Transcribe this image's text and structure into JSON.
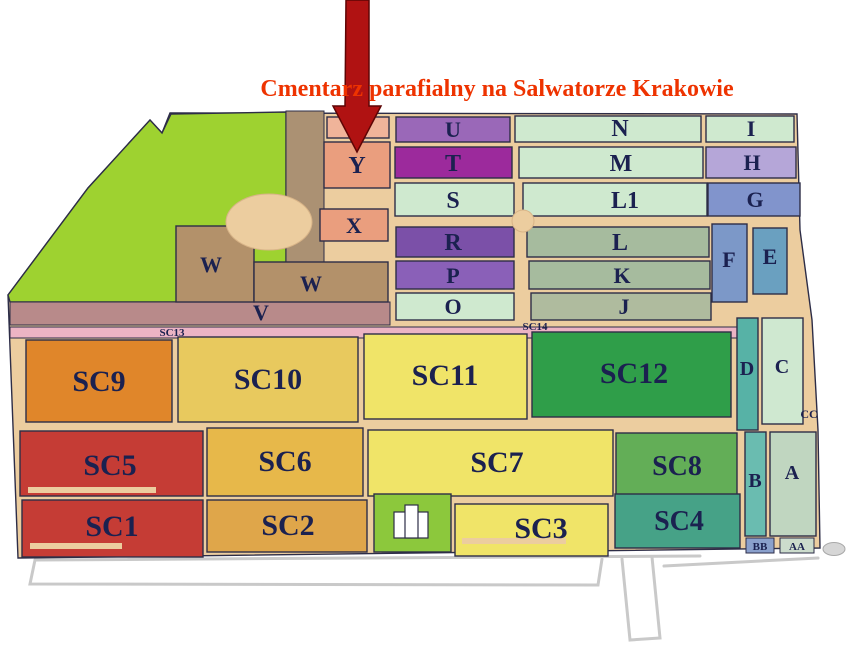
{
  "title": {
    "text": "Cmentarz parafialny na Salwatorze Krakowie",
    "color": "#ee3300"
  },
  "arrow": {
    "color": "#b01212"
  },
  "map": {
    "path_color": "#eccd9f",
    "outline_color": "#2d2d47",
    "label_color": "#1b2150",
    "sections": {
      "u": {
        "label": "U",
        "color": "#9a68b8"
      },
      "t": {
        "label": "T",
        "color": "#9c2a9c"
      },
      "s": {
        "label": "S",
        "color": "#cfe9cf"
      },
      "r": {
        "label": "R",
        "color": "#7b50a8"
      },
      "p": {
        "label": "P",
        "color": "#8a60b8"
      },
      "o": {
        "label": "O",
        "color": "#cfe9cf"
      },
      "y": {
        "label": "Y",
        "color": "#ea9e7e"
      },
      "x": {
        "label": "X",
        "color": "#ea9e7e"
      },
      "w_left": {
        "label": "W",
        "color": "#b3916a"
      },
      "w_right": {
        "label": "W",
        "color": "#b3916a"
      },
      "v": {
        "label": "V",
        "color": "#b88a8a"
      },
      "n": {
        "label": "N",
        "color": "#cfe9cf"
      },
      "m": {
        "label": "M",
        "color": "#cfe9cf"
      },
      "l1": {
        "label": "L1",
        "color": "#cfe9cf"
      },
      "l": {
        "label": "L",
        "color": "#a6bb9e"
      },
      "k": {
        "label": "K",
        "color": "#a6bb9e"
      },
      "j": {
        "label": "J",
        "color": "#afbb9e"
      },
      "i": {
        "label": "I",
        "color": "#cfe9cf"
      },
      "h": {
        "label": "H",
        "color": "#b5a6d8"
      },
      "g": {
        "label": "G",
        "color": "#8194cc"
      },
      "f": {
        "label": "F",
        "color": "#7c98c8"
      },
      "e": {
        "label": "E",
        "color": "#6aa0c0"
      },
      "d": {
        "label": "D",
        "color": "#57b2a6"
      },
      "c": {
        "label": "C",
        "color": "#cfe8d0"
      },
      "b": {
        "label": "B",
        "color": "#6abcb0"
      },
      "a": {
        "label": "A",
        "color": "#c0d6c0"
      },
      "bb": {
        "label": "BB",
        "color": "#8aa0cc"
      },
      "aa": {
        "label": "AA",
        "color": "#ccdccc"
      },
      "sc1": {
        "label": "SC1",
        "color": "#c53c35"
      },
      "sc2": {
        "label": "SC2",
        "color": "#dfa64a"
      },
      "sc3": {
        "label": "SC3",
        "color": "#f0e468"
      },
      "sc4": {
        "label": "SC4",
        "color": "#46a287"
      },
      "sc5": {
        "label": "SC5",
        "color": "#c53c35"
      },
      "sc6": {
        "label": "SC6",
        "color": "#e7b84a"
      },
      "sc7": {
        "label": "SC7",
        "color": "#f0e468"
      },
      "sc8": {
        "label": "SC8",
        "color": "#63ae57"
      },
      "sc9": {
        "label": "SC9",
        "color": "#e0862a"
      },
      "sc10": {
        "label": "SC10",
        "color": "#e8c95e"
      },
      "sc11": {
        "label": "SC11",
        "color": "#f0e468"
      },
      "sc12": {
        "label": "SC12",
        "color": "#2f9e49"
      }
    },
    "features": {
      "green_area": {
        "color": "#9ed230"
      },
      "brown_strip": {
        "color": "#ab9173"
      },
      "y_top_block": {
        "color": "#f0b49a"
      },
      "sc13_strip": {
        "color": "#ecb4c4"
      },
      "utility_block": {
        "color": "#8cc83c"
      }
    },
    "path_labels": {
      "sc13": "SC13",
      "sc14": "SC14",
      "cc": "CC"
    }
  }
}
